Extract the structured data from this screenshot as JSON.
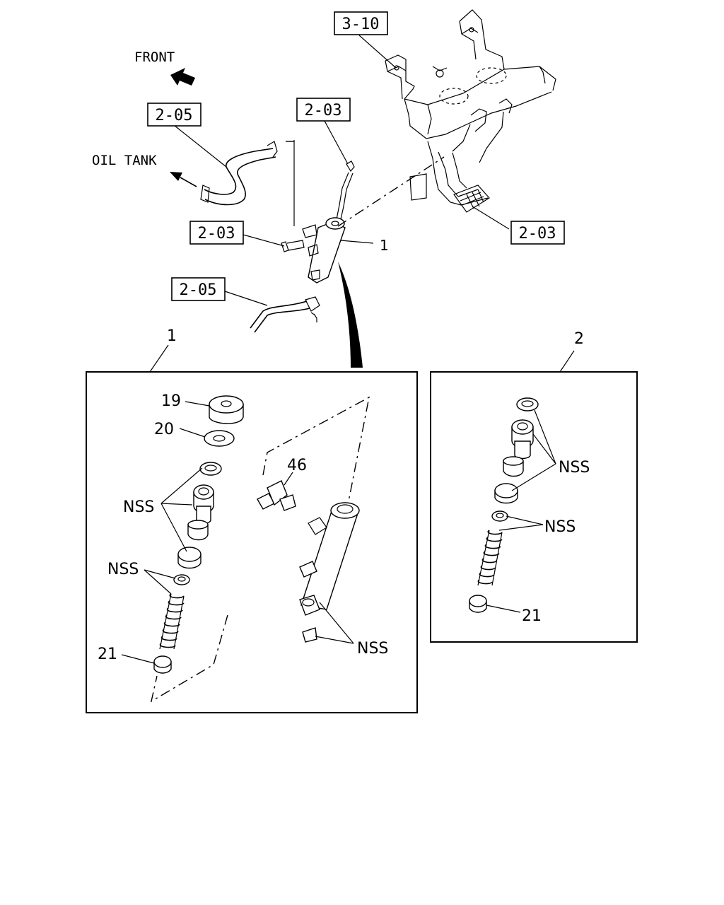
{
  "diagram": {
    "direction_front": "FRONT",
    "direction_oil_tank": "OIL TANK",
    "refs": {
      "pedal_bracket": "3-10",
      "hose_upper": "2-05",
      "pushrod_clevis": "2-03",
      "bolt": "2-03",
      "pedal": "2-03",
      "hose_lower": "2-05"
    },
    "item_1_label": "1",
    "panel_1": {
      "label": "1",
      "parts": {
        "p19": "19",
        "p20": "20",
        "p46": "46",
        "p21": "21",
        "nss_a": "NSS",
        "nss_b": "NSS",
        "nss_c": "NSS"
      }
    },
    "panel_2": {
      "label": "2",
      "parts": {
        "nss_a": "NSS",
        "nss_b": "NSS",
        "p21": "21"
      }
    }
  }
}
